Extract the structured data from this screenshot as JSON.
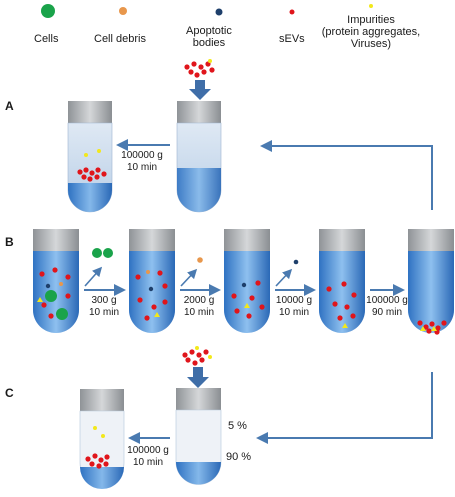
{
  "legend": [
    {
      "label": "Cells",
      "color": "#1aa34a"
    },
    {
      "label": "Cell debris",
      "color": "#e8974c"
    },
    {
      "label": "Apoptotic bodies",
      "color": "#1e3f6b"
    },
    {
      "label": "sEVs",
      "color": "#e0151b"
    },
    {
      "label": "Impurities (protein aggregates, Viruses)",
      "color": "#f2e81c"
    }
  ],
  "legend_lines": {
    "apoptotic_1": "Apoptotic",
    "apoptotic_2": "bodies",
    "impurities_1": "Impurities",
    "impurities_2": "(protein aggregates,",
    "impurities_3": "Viruses)"
  },
  "sections": {
    "a": "A",
    "b": "B",
    "c": "C"
  },
  "section_a": {
    "speed": "100000 g",
    "time": "10 min"
  },
  "section_b": {
    "steps": [
      {
        "speed": "300 g",
        "time": "10 min"
      },
      {
        "speed": "2000 g",
        "time": "10 min"
      },
      {
        "speed": "10000 g",
        "time": "10 min"
      },
      {
        "speed": "100000 g",
        "time": "90 min"
      }
    ]
  },
  "section_c": {
    "gradient_top": "5 %",
    "gradient_bottom": "90 %",
    "speed": "100000 g",
    "time": "10 min"
  }
}
